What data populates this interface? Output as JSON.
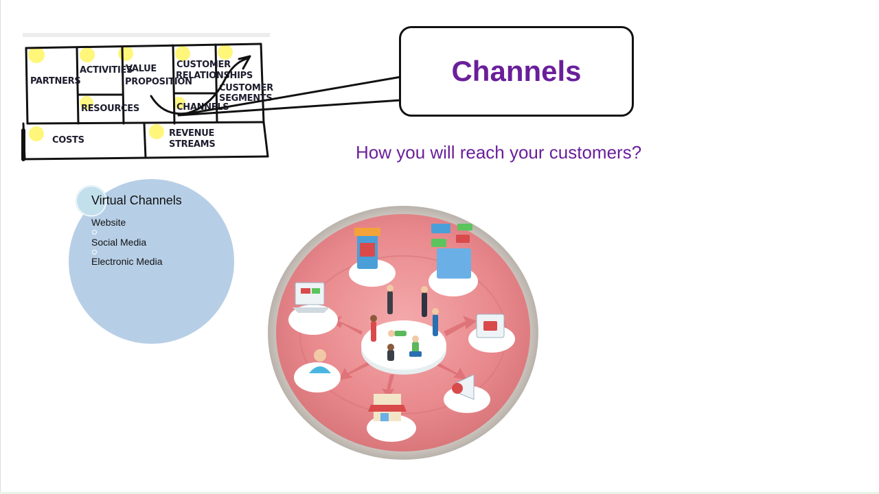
{
  "canvas": {
    "partners": "PARTNERS",
    "activities": "ACTIVITIES",
    "resources": "RESOURCES",
    "value_proposition_line1": "VALUE",
    "value_proposition_line2": "PROPOSITION",
    "customer_relationships_line1": "CUSTOMER",
    "customer_relationships_line2": "RELATIONSHIPS",
    "channels": "CHANNELS",
    "customer_segments_line1": "CUSTOMER",
    "customer_segments_line2": "SEGMENTS",
    "costs": "COSTS",
    "revenue_streams_line1": "REVENUE",
    "revenue_streams_line2": "STREAMS"
  },
  "callout": {
    "title": "Channels"
  },
  "subtitle": "How you will reach your customers?",
  "virtual_channels": {
    "title": "Virtual Channels",
    "items": [
      "Website",
      "Social Media",
      "Electronic Media"
    ]
  },
  "colors": {
    "accent_purple": "#6a1f9a",
    "bubble_blue": "#b7cfe6",
    "plate_pink": "#e8888c",
    "sticky_yellow": "#fff34d"
  }
}
